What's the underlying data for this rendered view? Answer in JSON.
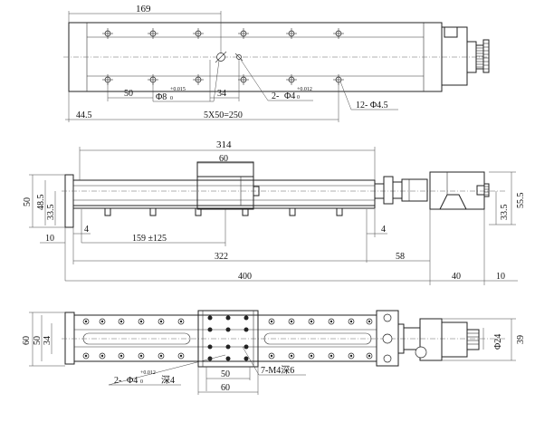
{
  "top_view": {
    "dim_169": "169",
    "dim_34": "34",
    "dim_50": "50",
    "hole_phi8": "Φ8",
    "tol_phi8_upper": "+0.015",
    "tol_phi8_lower": "0",
    "pin_holes_count": "2-",
    "pin_holes_phi4": "Φ4",
    "tol_phi4_upper": "+0.012",
    "tol_phi4_lower": "0",
    "mount_holes": "12- Φ4.5",
    "dim_44_5": "44.5",
    "dim_pitch": "5X50=250"
  },
  "front_view": {
    "dim_314": "314",
    "dim_60": "60",
    "dim_50": "50",
    "dim_48_5": "48.5",
    "dim_33_5_left": "33.5",
    "dim_33_5_right": "33.5",
    "dim_55_5": "55.5",
    "dim_10_left": "10",
    "dim_4_left": "4",
    "dim_4_right": "4",
    "dim_stroke": "159 ±125",
    "dim_322": "322",
    "dim_58": "58",
    "dim_400": "400",
    "dim_40": "40",
    "dim_10_right": "10"
  },
  "bottom_view": {
    "dim_60": "60",
    "dim_50": "50",
    "dim_34": "34",
    "dim_phi24": "Φ24",
    "dim_39": "39",
    "pin_holes_count": "2-",
    "pin_holes_phi4": "Φ4",
    "tol_upper": "+0.012",
    "tol_lower": "0",
    "depth_4": "深4",
    "threads": "7-M4深6",
    "dim_carriage_50": "50",
    "dim_carriage_60": "60"
  }
}
